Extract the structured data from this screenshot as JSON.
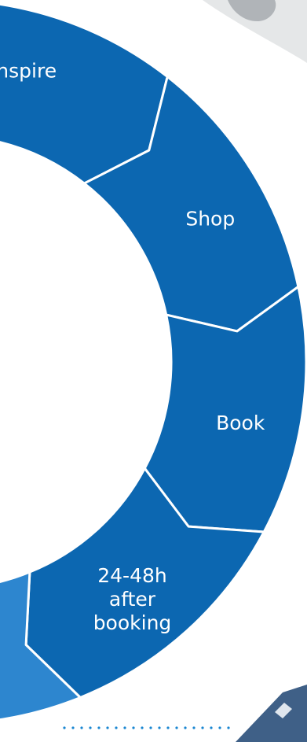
{
  "diagram": {
    "stages": [
      {
        "label_lines": [
          "Inspire"
        ],
        "color": "#0c67b1"
      },
      {
        "label_lines": [
          "Shop"
        ],
        "color": "#0c67b1"
      },
      {
        "label_lines": [
          "Book"
        ],
        "color": "#0c67b1"
      },
      {
        "label_lines": [
          "24-48h",
          "after",
          "booking"
        ],
        "color": "#0c67b1"
      },
      {
        "label_lines": [],
        "color": "#2d86cf"
      }
    ],
    "background_color": "#ffffff",
    "accent_dots_color": "#1a86d1"
  }
}
